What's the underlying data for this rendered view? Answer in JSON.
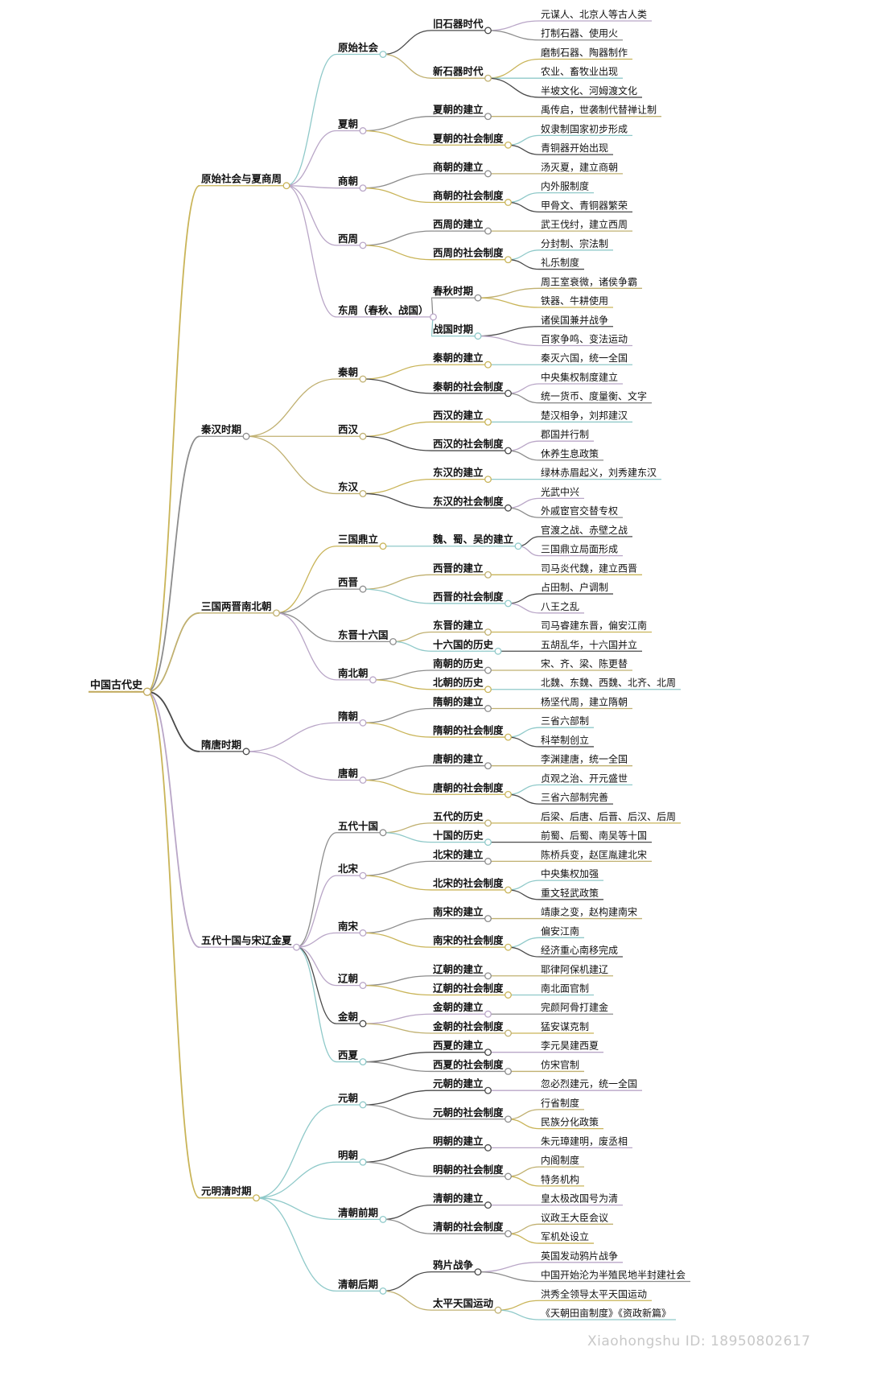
{
  "watermark": "Xiaohongshu ID: 18950802617",
  "colors": {
    "palette": [
      "#c9b458",
      "#8fc9c9",
      "#4a4a4a",
      "#b9a6c7",
      "#8c8c8c",
      "#c0b070"
    ],
    "text": "#111111"
  },
  "tree": {
    "label": "中国古代史",
    "children": [
      {
        "label": "原始社会与夏商周",
        "children": [
          {
            "label": "原始社会",
            "children": [
              {
                "label": "旧石器时代",
                "children": [
                  {
                    "label": "元谋人、北京人等古人类"
                  },
                  {
                    "label": "打制石器、使用火"
                  }
                ]
              },
              {
                "label": "新石器时代",
                "children": [
                  {
                    "label": "磨制石器、陶器制作"
                  },
                  {
                    "label": "农业、畜牧业出现"
                  },
                  {
                    "label": "半坡文化、河姆渡文化"
                  }
                ]
              }
            ]
          },
          {
            "label": "夏朝",
            "children": [
              {
                "label": "夏朝的建立",
                "children": [
                  {
                    "label": "禹传启，世袭制代替禅让制"
                  }
                ]
              },
              {
                "label": "夏朝的社会制度",
                "children": [
                  {
                    "label": "奴隶制国家初步形成"
                  },
                  {
                    "label": "青铜器开始出现"
                  }
                ]
              }
            ]
          },
          {
            "label": "商朝",
            "children": [
              {
                "label": "商朝的建立",
                "children": [
                  {
                    "label": "汤灭夏，建立商朝"
                  }
                ]
              },
              {
                "label": "商朝的社会制度",
                "children": [
                  {
                    "label": "内外服制度"
                  },
                  {
                    "label": "甲骨文、青铜器繁荣"
                  }
                ]
              }
            ]
          },
          {
            "label": "西周",
            "children": [
              {
                "label": "西周的建立",
                "children": [
                  {
                    "label": "武王伐纣，建立西周"
                  }
                ]
              },
              {
                "label": "西周的社会制度",
                "children": [
                  {
                    "label": "分封制、宗法制"
                  },
                  {
                    "label": "礼乐制度"
                  }
                ]
              }
            ]
          },
          {
            "label": "东周（春秋、战国）",
            "children": [
              {
                "label": "春秋时期",
                "children": [
                  {
                    "label": "周王室衰微，诸侯争霸"
                  },
                  {
                    "label": "铁器、牛耕使用"
                  }
                ]
              },
              {
                "label": "战国时期",
                "children": [
                  {
                    "label": "诸侯国兼并战争"
                  },
                  {
                    "label": "百家争鸣、变法运动"
                  }
                ]
              }
            ]
          }
        ]
      },
      {
        "label": "秦汉时期",
        "children": [
          {
            "label": "秦朝",
            "children": [
              {
                "label": "秦朝的建立",
                "children": [
                  {
                    "label": "秦灭六国，统一全国"
                  }
                ]
              },
              {
                "label": "秦朝的社会制度",
                "children": [
                  {
                    "label": "中央集权制度建立"
                  },
                  {
                    "label": "统一货币、度量衡、文字"
                  }
                ]
              }
            ]
          },
          {
            "label": "西汉",
            "children": [
              {
                "label": "西汉的建立",
                "children": [
                  {
                    "label": "楚汉相争，刘邦建汉"
                  }
                ]
              },
              {
                "label": "西汉的社会制度",
                "children": [
                  {
                    "label": "郡国并行制"
                  },
                  {
                    "label": "休养生息政策"
                  }
                ]
              }
            ]
          },
          {
            "label": "东汉",
            "children": [
              {
                "label": "东汉的建立",
                "children": [
                  {
                    "label": "绿林赤眉起义，刘秀建东汉"
                  }
                ]
              },
              {
                "label": "东汉的社会制度",
                "children": [
                  {
                    "label": "光武中兴"
                  },
                  {
                    "label": "外戚宦官交替专权"
                  }
                ]
              }
            ]
          }
        ]
      },
      {
        "label": "三国两晋南北朝",
        "children": [
          {
            "label": "三国鼎立",
            "children": [
              {
                "label": "魏、蜀、吴的建立",
                "children": [
                  {
                    "label": "官渡之战、赤壁之战"
                  },
                  {
                    "label": "三国鼎立局面形成"
                  }
                ]
              }
            ]
          },
          {
            "label": "西晋",
            "children": [
              {
                "label": "西晋的建立",
                "children": [
                  {
                    "label": "司马炎代魏，建立西晋"
                  }
                ]
              },
              {
                "label": "西晋的社会制度",
                "children": [
                  {
                    "label": "占田制、户调制"
                  },
                  {
                    "label": "八王之乱"
                  }
                ]
              }
            ]
          },
          {
            "label": "东晋十六国",
            "children": [
              {
                "label": "东晋的建立",
                "children": [
                  {
                    "label": "司马睿建东晋，偏安江南"
                  }
                ]
              },
              {
                "label": "十六国的历史",
                "children": [
                  {
                    "label": "五胡乱华，十六国并立"
                  }
                ]
              }
            ]
          },
          {
            "label": "南北朝",
            "children": [
              {
                "label": "南朝的历史",
                "children": [
                  {
                    "label": "宋、齐、梁、陈更替"
                  }
                ]
              },
              {
                "label": "北朝的历史",
                "children": [
                  {
                    "label": "北魏、东魏、西魏、北齐、北周"
                  }
                ]
              }
            ]
          }
        ]
      },
      {
        "label": "隋唐时期",
        "children": [
          {
            "label": "隋朝",
            "children": [
              {
                "label": "隋朝的建立",
                "children": [
                  {
                    "label": "杨坚代周，建立隋朝"
                  }
                ]
              },
              {
                "label": "隋朝的社会制度",
                "children": [
                  {
                    "label": "三省六部制"
                  },
                  {
                    "label": "科举制创立"
                  }
                ]
              }
            ]
          },
          {
            "label": "唐朝",
            "children": [
              {
                "label": "唐朝的建立",
                "children": [
                  {
                    "label": "李渊建唐，统一全国"
                  }
                ]
              },
              {
                "label": "唐朝的社会制度",
                "children": [
                  {
                    "label": "贞观之治、开元盛世"
                  },
                  {
                    "label": "三省六部制完善"
                  }
                ]
              }
            ]
          }
        ]
      },
      {
        "label": "五代十国与宋辽金夏",
        "children": [
          {
            "label": "五代十国",
            "children": [
              {
                "label": "五代的历史",
                "children": [
                  {
                    "label": "后梁、后唐、后晋、后汉、后周"
                  }
                ]
              },
              {
                "label": "十国的历史",
                "children": [
                  {
                    "label": "前蜀、后蜀、南吴等十国"
                  }
                ]
              }
            ]
          },
          {
            "label": "北宋",
            "children": [
              {
                "label": "北宋的建立",
                "children": [
                  {
                    "label": "陈桥兵变，赵匡胤建北宋"
                  }
                ]
              },
              {
                "label": "北宋的社会制度",
                "children": [
                  {
                    "label": "中央集权加强"
                  },
                  {
                    "label": "重文轻武政策"
                  }
                ]
              }
            ]
          },
          {
            "label": "南宋",
            "children": [
              {
                "label": "南宋的建立",
                "children": [
                  {
                    "label": "靖康之变，赵构建南宋"
                  }
                ]
              },
              {
                "label": "南宋的社会制度",
                "children": [
                  {
                    "label": "偏安江南"
                  },
                  {
                    "label": "经济重心南移完成"
                  }
                ]
              }
            ]
          },
          {
            "label": "辽朝",
            "children": [
              {
                "label": "辽朝的建立",
                "children": [
                  {
                    "label": "耶律阿保机建辽"
                  }
                ]
              },
              {
                "label": "辽朝的社会制度",
                "children": [
                  {
                    "label": "南北面官制"
                  }
                ]
              }
            ]
          },
          {
            "label": "金朝",
            "children": [
              {
                "label": "金朝的建立",
                "children": [
                  {
                    "label": "完颜阿骨打建金"
                  }
                ]
              },
              {
                "label": "金朝的社会制度",
                "children": [
                  {
                    "label": "猛安谋克制"
                  }
                ]
              }
            ]
          },
          {
            "label": "西夏",
            "children": [
              {
                "label": "西夏的建立",
                "children": [
                  {
                    "label": "李元昊建西夏"
                  }
                ]
              },
              {
                "label": "西夏的社会制度",
                "children": [
                  {
                    "label": "仿宋官制"
                  }
                ]
              }
            ]
          }
        ]
      },
      {
        "label": "元明清时期",
        "children": [
          {
            "label": "元朝",
            "children": [
              {
                "label": "元朝的建立",
                "children": [
                  {
                    "label": "忽必烈建元，统一全国"
                  }
                ]
              },
              {
                "label": "元朝的社会制度",
                "children": [
                  {
                    "label": "行省制度"
                  },
                  {
                    "label": "民族分化政策"
                  }
                ]
              }
            ]
          },
          {
            "label": "明朝",
            "children": [
              {
                "label": "明朝的建立",
                "children": [
                  {
                    "label": "朱元璋建明，废丞相"
                  }
                ]
              },
              {
                "label": "明朝的社会制度",
                "children": [
                  {
                    "label": "内阁制度"
                  },
                  {
                    "label": "特务机构"
                  }
                ]
              }
            ]
          },
          {
            "label": "清朝前期",
            "children": [
              {
                "label": "清朝的建立",
                "children": [
                  {
                    "label": "皇太极改国号为清"
                  }
                ]
              },
              {
                "label": "清朝的社会制度",
                "children": [
                  {
                    "label": "议政王大臣会议"
                  },
                  {
                    "label": "军机处设立"
                  }
                ]
              }
            ]
          },
          {
            "label": "清朝后期",
            "children": [
              {
                "label": "鸦片战争",
                "children": [
                  {
                    "label": "英国发动鸦片战争"
                  },
                  {
                    "label": "中国开始沦为半殖民地半封建社会"
                  }
                ]
              },
              {
                "label": "太平天国运动",
                "children": [
                  {
                    "label": "洪秀全领导太平天国运动"
                  },
                  {
                    "label": "《天朝田亩制度》《资政新篇》"
                  }
                ]
              }
            ]
          }
        ]
      }
    ]
  }
}
